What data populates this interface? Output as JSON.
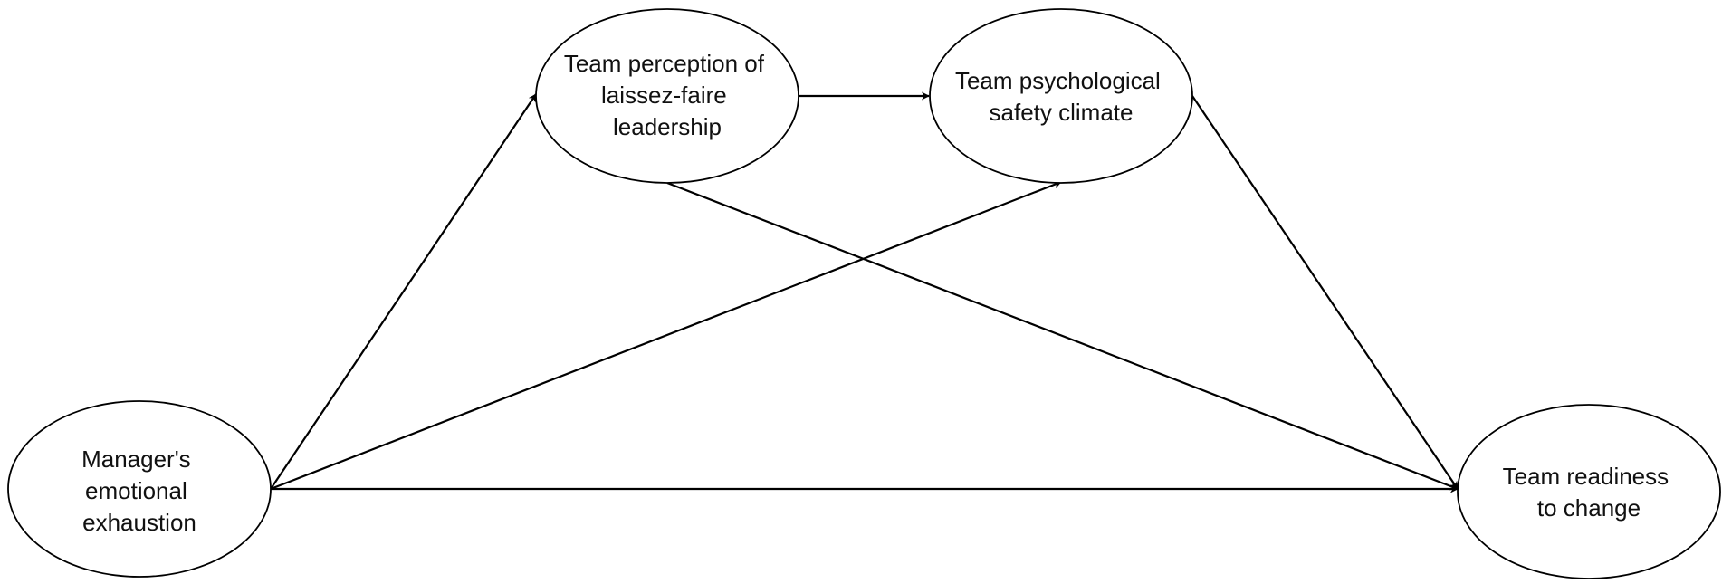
{
  "diagram": {
    "nodes": [
      {
        "id": "exhaustion",
        "lines": [
          "Manager's",
          "emotional",
          "exhaustion"
        ]
      },
      {
        "id": "laissez",
        "lines": [
          "Team perception of",
          "laissez-faire",
          "leadership"
        ]
      },
      {
        "id": "safety",
        "lines": [
          "Team psychological",
          "safety climate"
        ]
      },
      {
        "id": "readiness",
        "lines": [
          "Team readiness",
          "to change"
        ]
      }
    ],
    "edges": [
      {
        "from": "exhaustion",
        "to": "laissez"
      },
      {
        "from": "exhaustion",
        "to": "safety"
      },
      {
        "from": "exhaustion",
        "to": "readiness"
      },
      {
        "from": "laissez",
        "to": "safety"
      },
      {
        "from": "laissez",
        "to": "readiness"
      },
      {
        "from": "safety",
        "to": "readiness"
      }
    ],
    "colors": {
      "stroke": "#000000",
      "fill": "#ffffff",
      "text": "#111111"
    }
  }
}
